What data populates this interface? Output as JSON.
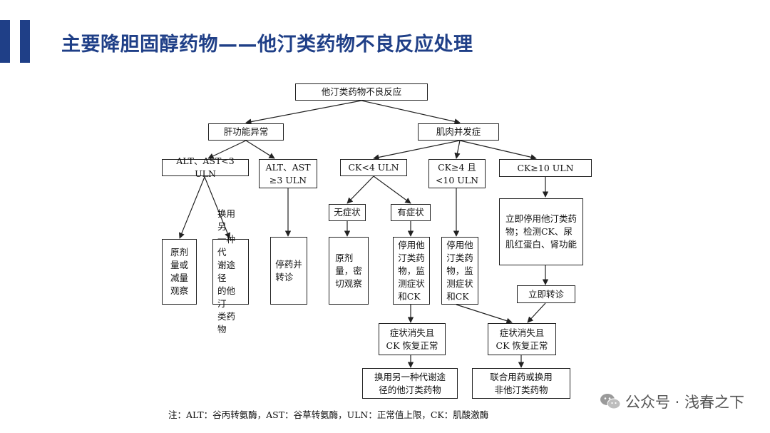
{
  "title": "主要降胆固醇药物——他汀类药物不良反应处理",
  "flowchart": {
    "root": "他汀类药物不良反应",
    "liver": {
      "label": "肝功能异常",
      "low": "ALT、AST<3 ULN",
      "high": "ALT、AST\n≥3 ULN",
      "action_low_1": "原剂\n量或\n减量\n观察",
      "action_low_2": "换用另\n一种代\n谢途径\n的他汀\n类药物",
      "action_high": "停药并\n转诊"
    },
    "muscle": {
      "label": "肌肉并发症",
      "ck_low": "CK<4 ULN",
      "ck_mid": "CK≥4 且\n<10 ULN",
      "ck_high": "CK≥10 ULN",
      "no_symptom": "无症状",
      "symptom": "有症状",
      "no_symptom_action": "原剂\n量，密\n切观察",
      "symptom_action": "停用他\n汀类药\n物，监\n测症状\n和CK",
      "mid_action": "停用他\n汀类药\n物，监\n测症状\n和CK",
      "high_action": "立即停用他汀类药\n物；检测CK、尿\n肌红蛋白、肾功能",
      "referral": "立即转诊",
      "recovery_left": "症状消失且\nCK 恢复正常",
      "recovery_right": "症状消失且\nCK 恢复正常",
      "outcome_left": "换用另一种代谢途\n径的他汀类药物",
      "outcome_right": "联合用药或换用\n非他汀类药物"
    }
  },
  "note": "注：ALT：谷丙转氨酶，AST：谷草转氨酶，ULN：正常值上限，CK：肌酸激酶",
  "watermark": "公众号 · 浅春之下",
  "colors": {
    "accent": "#1f3f87",
    "line": "#222222"
  }
}
